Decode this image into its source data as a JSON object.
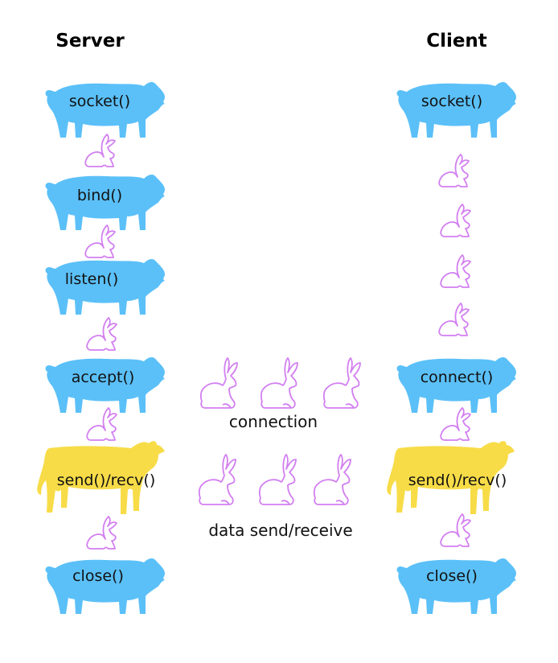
{
  "headers": {
    "server": "Server",
    "client": "Client"
  },
  "server_steps": [
    {
      "label": "socket()",
      "icon": "pig-icon"
    },
    {
      "label": "bind()",
      "icon": "pig-icon"
    },
    {
      "label": "listen()",
      "icon": "pig-icon"
    },
    {
      "label": "accept()",
      "icon": "pig-icon"
    },
    {
      "label": "send()/recv()",
      "icon": "cow-icon"
    },
    {
      "label": "close()",
      "icon": "pig-icon"
    }
  ],
  "client_steps": [
    {
      "label": "socket()",
      "icon": "pig-icon"
    },
    {
      "label": "connect()",
      "icon": "pig-icon"
    },
    {
      "label": "send()/recv()",
      "icon": "cow-icon"
    },
    {
      "label": "close()",
      "icon": "pig-icon"
    }
  ],
  "links": {
    "connection": "connection",
    "data": "data send/receive"
  },
  "colors": {
    "pig": "#5bc0f8",
    "cow": "#f7dc48",
    "outline": "#d27ff0"
  }
}
